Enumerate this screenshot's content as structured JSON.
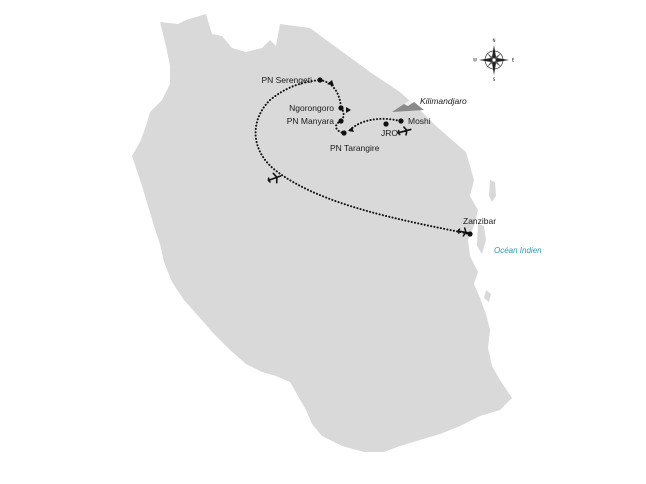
{
  "map": {
    "colors": {
      "land": "#d9d9d9",
      "route": "#111111",
      "marker": "#111111",
      "ocean_label": "#2b9bb5",
      "mountain": "#8a8a8a"
    },
    "places": {
      "serengeti": "PN Serengeti",
      "ngorongoro": "Ngorongoro",
      "manyara": "PN Manyara",
      "tarangire": "PN Tarangire",
      "kilimandjaro": "Kilimandjaro",
      "moshi": "Moshi",
      "jro": "JRO",
      "zanzibar": "Zanzibar"
    },
    "ocean_label": "Océan Indien",
    "compass": {
      "n": "N",
      "s": "S",
      "e": "E",
      "w": "W"
    },
    "icons": {
      "route_plane": "airplane-icon",
      "mountain": "mountain-icon",
      "compass": "compass-rose-icon",
      "safari_vehicle": "car-icon"
    }
  }
}
